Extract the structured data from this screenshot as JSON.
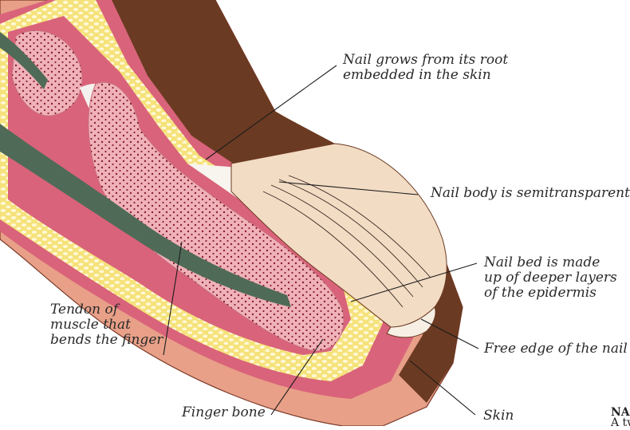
{
  "labels": {
    "nail_root": "Nail grows from its root\nembedded in the skin",
    "nail_body": "Nail body is semitransparent",
    "nail_bed": "Nail bed is made\nup of deeper layers\nof the epidermis",
    "tendon": "Tendon of\nmuscle that\nbends the finger",
    "free_edge": "Free edge of the nail",
    "finger_bone": "Finger bone",
    "skin": "Skin"
  },
  "caption_fragment": {
    "line1": "NAI",
    "line2": "A tw"
  },
  "colors": {
    "skin_outer": "#e8a088",
    "dermis_pink": "#d9637a",
    "fat_yellow": "#f5e27a",
    "fat_dots": "#fff8d6",
    "bone_pink": "#efb2b8",
    "bone_dots": "#8a1f33",
    "tendon_green": "#4f6b58",
    "nail_brown": "#6b3a22",
    "nail_body": "#f3dcc4",
    "free_edge": "#f7efe4"
  }
}
